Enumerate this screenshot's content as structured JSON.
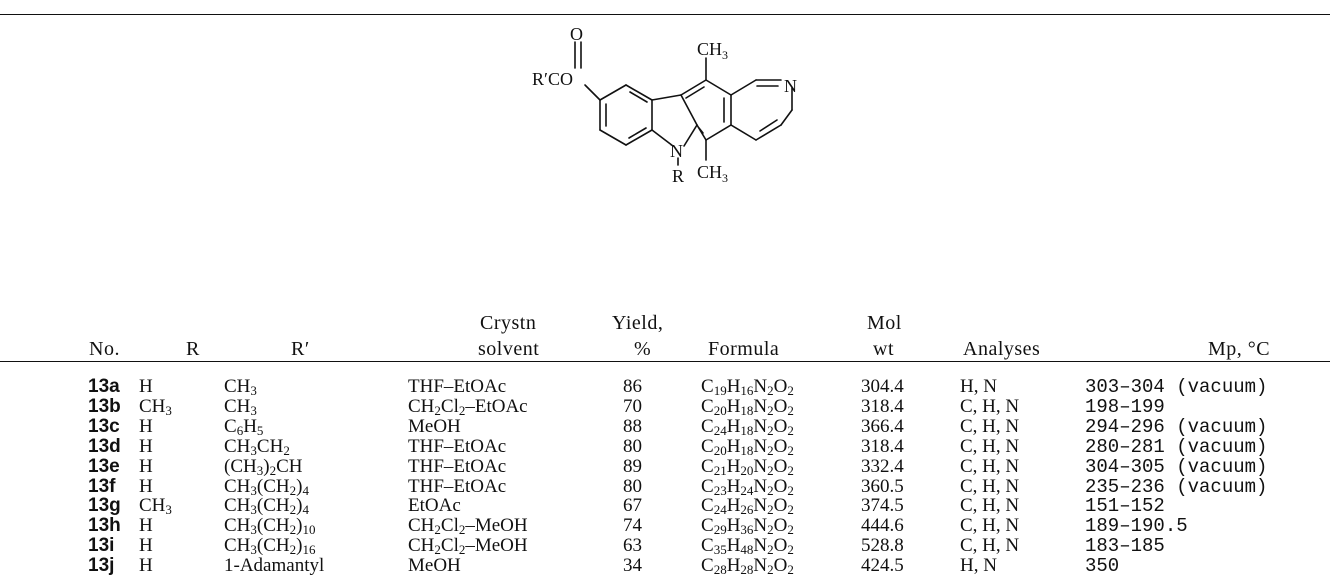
{
  "structure": {
    "atoms": {
      "o": "O",
      "rco": "R′CO",
      "ch3_top": "CH",
      "ch3_top_sub": "3",
      "n_pyr": "N",
      "n_indole": "N",
      "r": "R",
      "ch3_bottom": "CH",
      "ch3_bottom_sub": "3"
    }
  },
  "table": {
    "headers": {
      "no": "No.",
      "r": "R",
      "rprime": "R′",
      "solvent_1": "Crystn",
      "solvent_2": "solvent",
      "yield_1": "Yield,",
      "yield_2": "%",
      "formula": "Formula",
      "molwt_1": "Mol",
      "molwt_2": "wt",
      "analyses": "Analyses",
      "mp": "Mp, °C"
    },
    "rows": [
      {
        "no": "13a",
        "r": "H",
        "rp": "CH<sub>3</sub>",
        "solvent": "THF–EtOAc",
        "yield": "86",
        "formula": "C<sub>19</sub>H<sub>16</sub>N<sub>2</sub>O<sub>2</sub>",
        "molwt": "304.4",
        "analyses": "H, N",
        "mp": "303–304 (vacuum)"
      },
      {
        "no": "13b",
        "r": "CH<sub>3</sub>",
        "rp": "CH<sub>3</sub>",
        "solvent": "CH<sub>2</sub>Cl<sub>2</sub>–EtOAc",
        "yield": "70",
        "formula": "C<sub>20</sub>H<sub>18</sub>N<sub>2</sub>O<sub>2</sub>",
        "molwt": "318.4",
        "analyses": "C, H, N",
        "mp": "198–199"
      },
      {
        "no": "13c",
        "r": "H",
        "rp": "C<sub>6</sub>H<sub>5</sub>",
        "solvent": "MeOH",
        "yield": "88",
        "formula": "C<sub>24</sub>H<sub>18</sub>N<sub>2</sub>O<sub>2</sub>",
        "molwt": "366.4",
        "analyses": "C, H, N",
        "mp": "294–296 (vacuum)"
      },
      {
        "no": "13d",
        "r": "H",
        "rp": "CH<sub>3</sub>CH<sub>2</sub>",
        "solvent": "THF–EtOAc",
        "yield": "80",
        "formula": "C<sub>20</sub>H<sub>18</sub>N<sub>2</sub>O<sub>2</sub>",
        "molwt": "318.4",
        "analyses": "C, H, N",
        "mp": "280–281 (vacuum)"
      },
      {
        "no": "13e",
        "r": "H",
        "rp": "(CH<sub>3</sub>)<sub>2</sub>CH",
        "solvent": "THF–EtOAc",
        "yield": "89",
        "formula": "C<sub>21</sub>H<sub>20</sub>N<sub>2</sub>O<sub>2</sub>",
        "molwt": "332.4",
        "analyses": "C, H, N",
        "mp": "304–305 (vacuum)"
      },
      {
        "no": "13f",
        "r": "H",
        "rp": "CH<sub>3</sub>(CH<sub>2</sub>)<sub>4</sub>",
        "solvent": "THF–EtOAc",
        "yield": "80",
        "formula": "C<sub>23</sub>H<sub>24</sub>N<sub>2</sub>O<sub>2</sub>",
        "molwt": "360.5",
        "analyses": "C, H, N",
        "mp": "235–236 (vacuum)"
      },
      {
        "no": "13g",
        "r": "CH<sub>3</sub>",
        "rp": "CH<sub>3</sub>(CH<sub>2</sub>)<sub>4</sub>",
        "solvent": "EtOAc",
        "yield": "67",
        "formula": "C<sub>24</sub>H<sub>26</sub>N<sub>2</sub>O<sub>2</sub>",
        "molwt": "374.5",
        "analyses": "C, H, N",
        "mp": "151–152"
      },
      {
        "no": "13h",
        "r": "H",
        "rp": "CH<sub>3</sub>(CH<sub>2</sub>)<sub>10</sub>",
        "solvent": "CH<sub>2</sub>Cl<sub>2</sub>–MeOH",
        "yield": "74",
        "formula": "C<sub>29</sub>H<sub>36</sub>N<sub>2</sub>O<sub>2</sub>",
        "molwt": "444.6",
        "analyses": "C, H, N",
        "mp": "189–190.5"
      },
      {
        "no": "13i",
        "r": "H",
        "rp": "CH<sub>3</sub>(CH<sub>2</sub>)<sub>16</sub>",
        "solvent": "CH<sub>2</sub>Cl<sub>2</sub>–MeOH",
        "yield": "63",
        "formula": "C<sub>35</sub>H<sub>48</sub>N<sub>2</sub>O<sub>2</sub>",
        "molwt": "528.8",
        "analyses": "C, H, N",
        "mp": "183–185"
      },
      {
        "no": "13j",
        "r": "H",
        "rp": "1-Adamantyl",
        "solvent": "MeOH",
        "yield": "34",
        "formula": "C<sub>28</sub>H<sub>28</sub>N<sub>2</sub>O<sub>2</sub>",
        "molwt": "424.5",
        "analyses": "H, N",
        "mp": "350"
      }
    ]
  }
}
